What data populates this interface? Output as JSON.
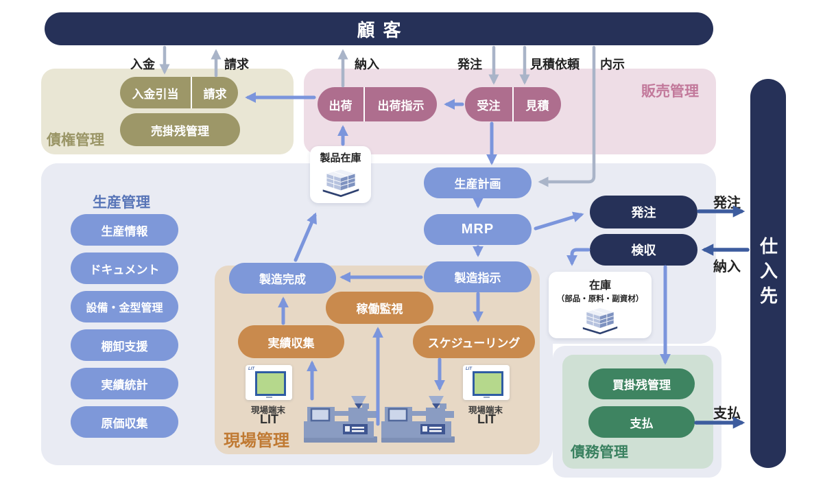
{
  "customer": {
    "label": "顧客"
  },
  "supplier": {
    "label": "仕入先"
  },
  "regions": {
    "receivables": {
      "title": "債権管理",
      "pills": {
        "cash_allocation": "入金引当",
        "billing": "請求",
        "ar_balance": "売掛残管理"
      }
    },
    "sales": {
      "title": "販売管理",
      "pills": {
        "shipping": "出荷",
        "shipping_instruction": "出荷指示",
        "order_received": "受注",
        "quotation": "見積"
      }
    },
    "production": {
      "title": "生産管理",
      "side_pills": [
        "生産情報",
        "ドキュメント",
        "設備・金型管理",
        "棚卸支援",
        "実績統計",
        "原価収集"
      ],
      "flow": {
        "production_plan": "生産計画",
        "mrp": "MRP",
        "manufacturing_order": "製造指示",
        "manufacturing_complete": "製造完成"
      }
    },
    "shopfloor": {
      "title": "現場管理",
      "pills": {
        "performance_collection": "実績収集",
        "operation_monitoring": "稼働監視",
        "scheduling": "スケジューリング"
      },
      "terminal_logo": "LIT",
      "terminal_caption_line1": "現場端末",
      "terminal_caption_line2": "LIT"
    },
    "purchasing": {
      "purchase_order": "発注",
      "inspection": "検収"
    },
    "payables": {
      "title": "債務管理",
      "pills": {
        "ap_balance": "買掛残管理",
        "payment": "支払"
      }
    }
  },
  "cards": {
    "product_stock": {
      "title": "製品在庫"
    },
    "material_stock": {
      "title": "在庫",
      "subtitle": "（部品・原料・副資材）"
    }
  },
  "arrow_labels": {
    "deposit": "入金",
    "billing": "請求",
    "delivery": "納入",
    "order": "発注",
    "quote_request": "見積依頼",
    "forecast": "内示",
    "purchase_order": "発注",
    "supplier_delivery": "納入",
    "payment": "支払"
  },
  "colors": {
    "navy": "#263158",
    "blue_pill": "#7e98d9",
    "blue_arrow": "#7b95dc",
    "gray_arrow": "#a9b4c8",
    "dark_arrow": "#3d5c9e",
    "olive": "#9d9768",
    "beige_bg": "#e9e6d4",
    "mauve": "#ae6e8e",
    "pink_bg": "#eedde6",
    "gray_bg": "#e9ebf3",
    "tan_bg": "#e7d8c5",
    "orange_pill": "#c98a4d",
    "green_bg": "#cfe0d4",
    "green_pill": "#3e8461"
  }
}
